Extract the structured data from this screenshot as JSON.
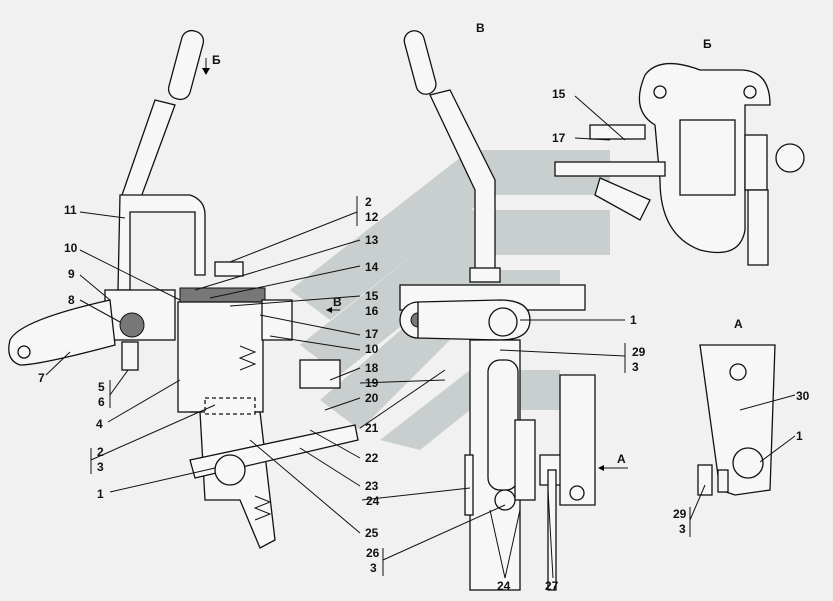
{
  "views": {
    "b_arrow": "Б",
    "v_title": "В",
    "b_title": "Б",
    "a_title": "А",
    "v_arrow": "В",
    "a_arrow": "А"
  },
  "labels": {
    "l11": "11",
    "l2": "2",
    "l12": "12",
    "l10a": "10",
    "l13": "13",
    "l9": "9",
    "l14": "14",
    "l8": "8",
    "l15": "15",
    "l16": "16",
    "l17": "17",
    "l10b": "10",
    "l7": "7",
    "l5": "5",
    "l6": "6",
    "l18": "18",
    "l19": "19",
    "l20": "20",
    "l4": "4",
    "l21": "21",
    "l2b": "2",
    "l3b": "3",
    "l22": "22",
    "l23": "23",
    "l1a": "1",
    "l24a": "24",
    "l25": "25",
    "l26": "26",
    "l3c": "3",
    "l24b": "24",
    "l27": "27",
    "l1b": "1",
    "l29a": "29",
    "l3d": "3",
    "l30": "30",
    "l1c": "1",
    "l29b": "29",
    "l3e": "3",
    "l15b": "15",
    "l17b": "17"
  }
}
